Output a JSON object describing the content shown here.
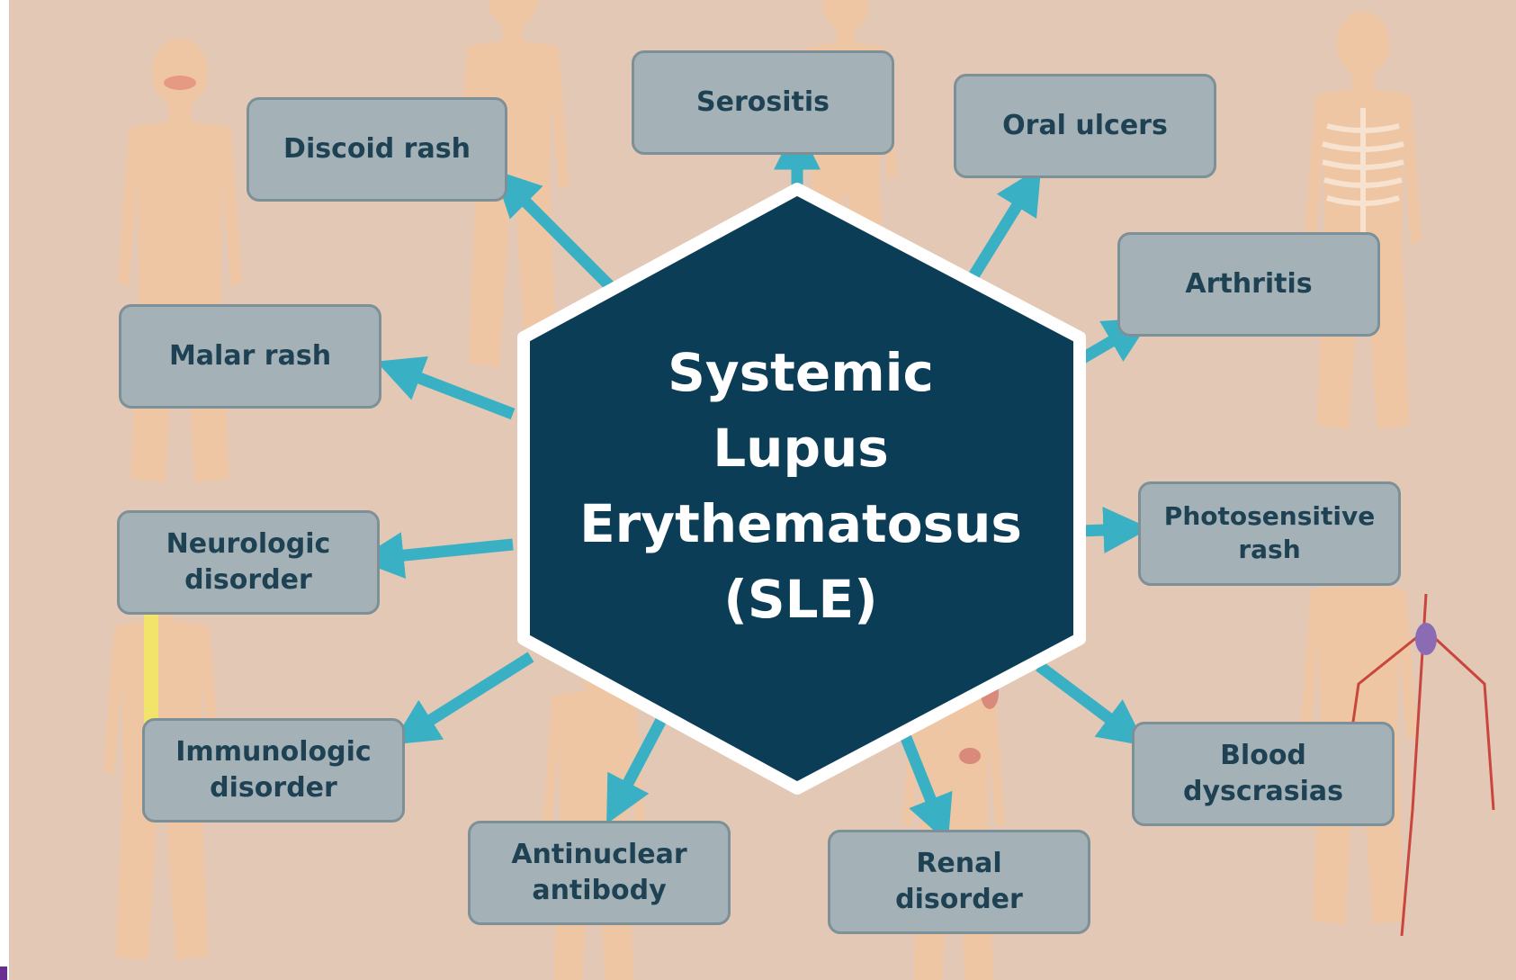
{
  "diagram": {
    "center": {
      "label": "Systemic\nLupus\nErythematosus\n(SLE)"
    },
    "criteria": [
      {
        "id": "discoid-rash",
        "label": "Discoid rash"
      },
      {
        "id": "serositis",
        "label": "Serositis"
      },
      {
        "id": "oral-ulcers",
        "label": "Oral ulcers"
      },
      {
        "id": "arthritis",
        "label": "Arthritis"
      },
      {
        "id": "malar-rash",
        "label": "Malar rash"
      },
      {
        "id": "photosensitive-rash",
        "label": "Photosensitive\nrash"
      },
      {
        "id": "neurologic-disorder",
        "label": "Neurologic\ndisorder"
      },
      {
        "id": "immunologic-disorder",
        "label": "Immunologic\ndisorder"
      },
      {
        "id": "blood-dyscrasias",
        "label": "Blood\ndyscrasias"
      },
      {
        "id": "antinuclear-antibody",
        "label": "Antinuclear\nantibody"
      },
      {
        "id": "renal-disorder",
        "label": "Renal\ndisorder"
      }
    ],
    "colors": {
      "background": "#e3c8b6",
      "hexagon": "#0c3d56",
      "hexagon_border": "#ffffff",
      "box_fill": "#a4b2b7",
      "box_border": "#7d9097",
      "box_text": "#1e4254",
      "arrow": "#3ab0c4",
      "body_figure": "#f3c9a4"
    }
  }
}
